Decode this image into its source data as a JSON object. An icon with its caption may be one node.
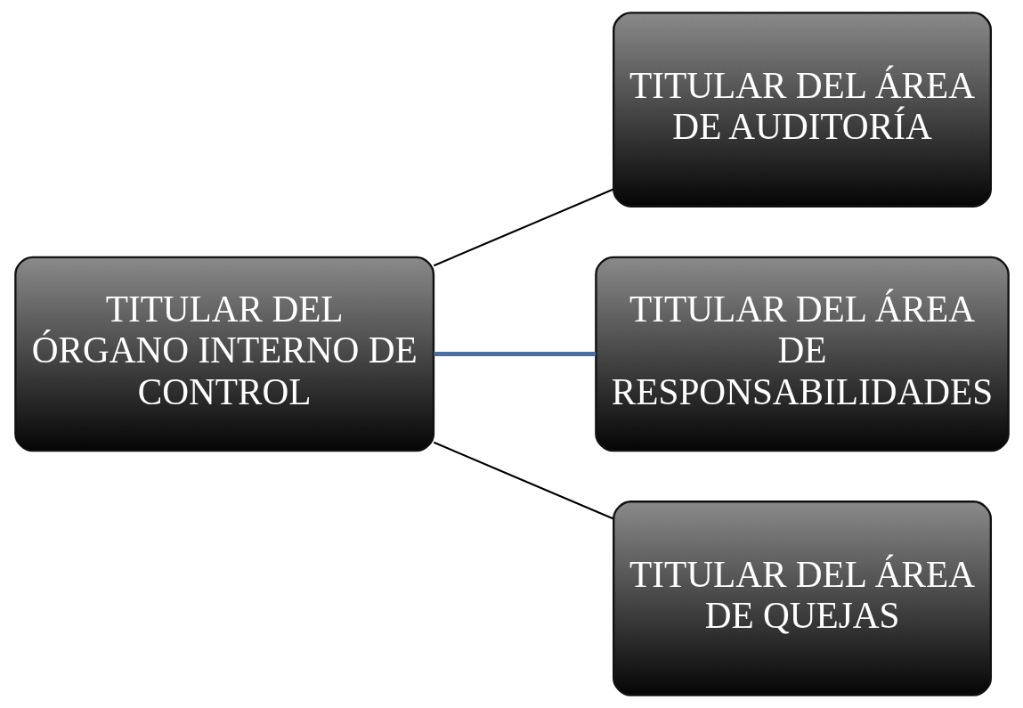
{
  "diagram": {
    "nodes": [
      {
        "text": [
          "TITULAR DEL ÓRGANO INTERNO DE CONTROL"
        ]
      },
      {
        "text": [
          "TITULAR DEL ÁREA DE AUDITORÍA"
        ]
      },
      {
        "text": [
          "TITULAR DEL ÁREA DE RESPONSABILIDADES"
        ]
      },
      {
        "text": [
          "TITULAR DEL ÁREA DE QUEJAS"
        ]
      }
    ],
    "edges": [
      {
        "from": 0,
        "to": 1,
        "arrow": "none"
      },
      {
        "from": 0,
        "to": 2,
        "arrow": "none",
        "style": "thick",
        "color": "#4a6fa0"
      },
      {
        "from": 0,
        "to": 3,
        "arrow": "none"
      }
    ]
  }
}
